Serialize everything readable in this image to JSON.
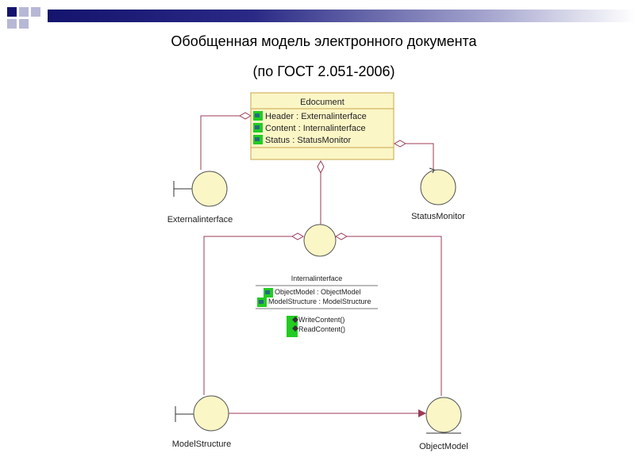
{
  "slide": {
    "title": "Обобщенная модель электронного документа",
    "subtitle": "(по ГОСТ 2.051-2006)"
  },
  "diagram": {
    "edocument": {
      "name": "Edocument",
      "attributes": [
        "Header : Externalinterface",
        "Content : Internalinterface",
        "Status : StatusMonitor"
      ]
    },
    "internalinterface": {
      "name": "Internalinterface",
      "attributes": [
        "ObjectModel : ObjectModel",
        "ModelStructure : ModelStructure"
      ],
      "operations": [
        "WriteContent()",
        "ReadContent()"
      ]
    },
    "nodes": {
      "external": "Externalinterface",
      "status": "StatusMonitor",
      "model_structure": "ModelStructure",
      "object_model": "ObjectModel"
    }
  },
  "colors": {
    "class_fill": "#fbf6c6",
    "class_border": "#c8a64a",
    "circle_fill": "#fbf6c6",
    "line": "#9c3b56",
    "icon_green": "#22cc22",
    "bar_navy": "#14146e"
  }
}
